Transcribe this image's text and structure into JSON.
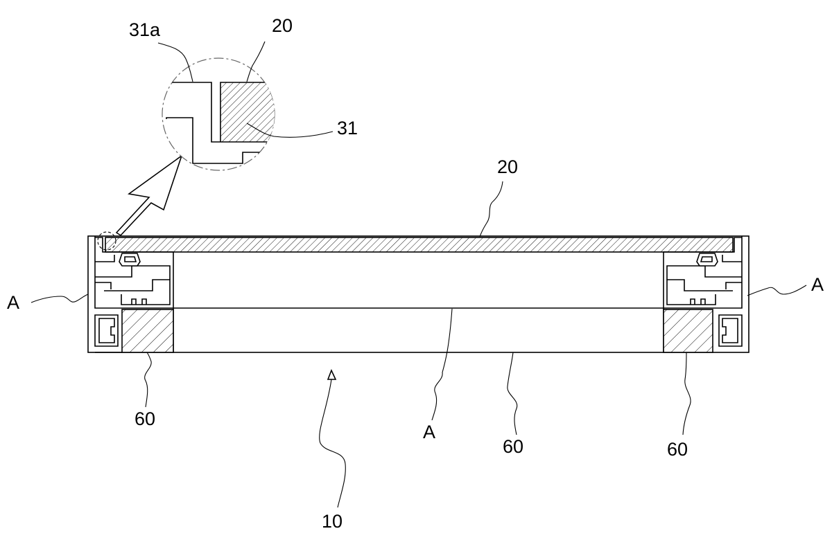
{
  "labels": {
    "detail_upper": "31a",
    "detail_glass": "20",
    "detail_lower": "31",
    "glass": "20",
    "left_frame": "A",
    "right_frame": "A",
    "center_frame": "A",
    "spacer_left": "60",
    "spacer_center": "60",
    "spacer_right": "60",
    "assembly": "10"
  },
  "colors": {
    "line": "#000000",
    "background": "#ffffff"
  }
}
